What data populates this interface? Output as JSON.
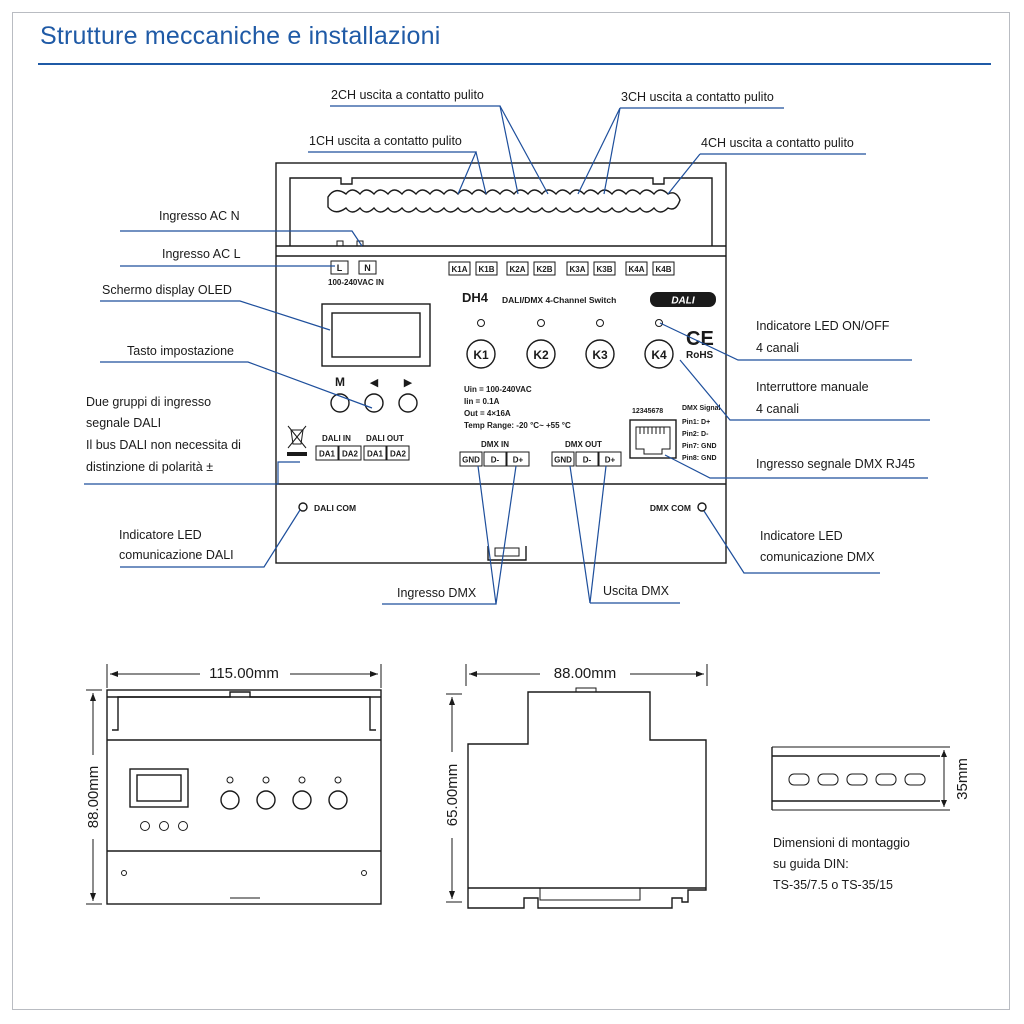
{
  "title": "Strutture meccaniche e installazioni",
  "callouts": {
    "ch1": "1CH uscita a contatto pulito",
    "ch2": "2CH uscita a contatto pulito",
    "ch3": "3CH uscita a contatto pulito",
    "ch4": "4CH uscita a contatto pulito",
    "ac_n": "Ingresso AC N",
    "ac_l": "Ingresso AC L",
    "oled": "Schermo display OLED",
    "setting_key": "Tasto impostazione",
    "dali_groups_1": "Due gruppi di ingresso",
    "dali_groups_2": "segnale DALI",
    "dali_groups_3": "Il bus DALI non necessita di",
    "dali_groups_4": "distinzione di polarità ±",
    "led_onoff_1": "Indicatore LED ON/OFF",
    "led_onoff_2": "4 canali",
    "manual_switch_1": "Interruttore manuale",
    "manual_switch_2": "4 canali",
    "dmx_rj45": "Ingresso segnale DMX RJ45",
    "dali_led_1": "Indicatore LED",
    "dali_led_2": "comunicazione DALI",
    "dmx_led_1": "Indicatore LED",
    "dmx_led_2": "comunicazione DMX",
    "dmx_in": "Ingresso DMX",
    "dmx_out": "Uscita DMX"
  },
  "device": {
    "terminal_L": "L",
    "terminal_N": "N",
    "ac_rating": "100-240VAC IN",
    "relay_terminals": [
      "K1A",
      "K1B",
      "K2A",
      "K2B",
      "K3A",
      "K3B",
      "K4A",
      "K4B"
    ],
    "model": "DH4",
    "model_desc": "DALI/DMX  4-Channel Switch",
    "dali_logo": "DALI",
    "channel_buttons": [
      "K1",
      "K2",
      "K3",
      "K4"
    ],
    "ce": "CE",
    "rohs": "RoHS",
    "key_m": "M",
    "key_left": "◀",
    "key_right": "▶",
    "spec_uin": "Uin = 100-240VAC",
    "spec_iin": "Iin   = 0.1A",
    "spec_out": "Out = 4×16A",
    "spec_temp": "Temp Range: -20 °C~ +55 °C",
    "rj45_pins": "12345678",
    "dmx_signal_title": "DMX Signal",
    "pin1": "Pin1: D+",
    "pin2": "Pin2: D-",
    "pin7": "Pin7: GND",
    "pin8": "Pin8: GND",
    "dali_in_title": "DALI IN",
    "dali_out_title": "DALI OUT",
    "dali_terms": [
      "DA1",
      "DA2",
      "DA1",
      "DA2"
    ],
    "dmx_in_title": "DMX IN",
    "dmx_out_title": "DMX OUT",
    "dmx_terms": [
      "GND",
      "D-",
      "D+",
      "GND",
      "D-",
      "D+"
    ],
    "dali_com": "DALI COM",
    "dmx_com": "DMX COM"
  },
  "dimensions": {
    "front_width": "115.00mm",
    "front_height": "88.00mm",
    "side_width": "88.00mm",
    "side_height": "65.00mm",
    "rail_height": "35mm",
    "rail_note_1": "Dimensioni di montaggio",
    "rail_note_2": "su guida DIN:",
    "rail_note_3": "TS-35/7.5 o TS-35/15"
  },
  "colors": {
    "accent": "#1f5aa6",
    "leader": "#1e4f9c",
    "ink": "#1a1a1a"
  }
}
